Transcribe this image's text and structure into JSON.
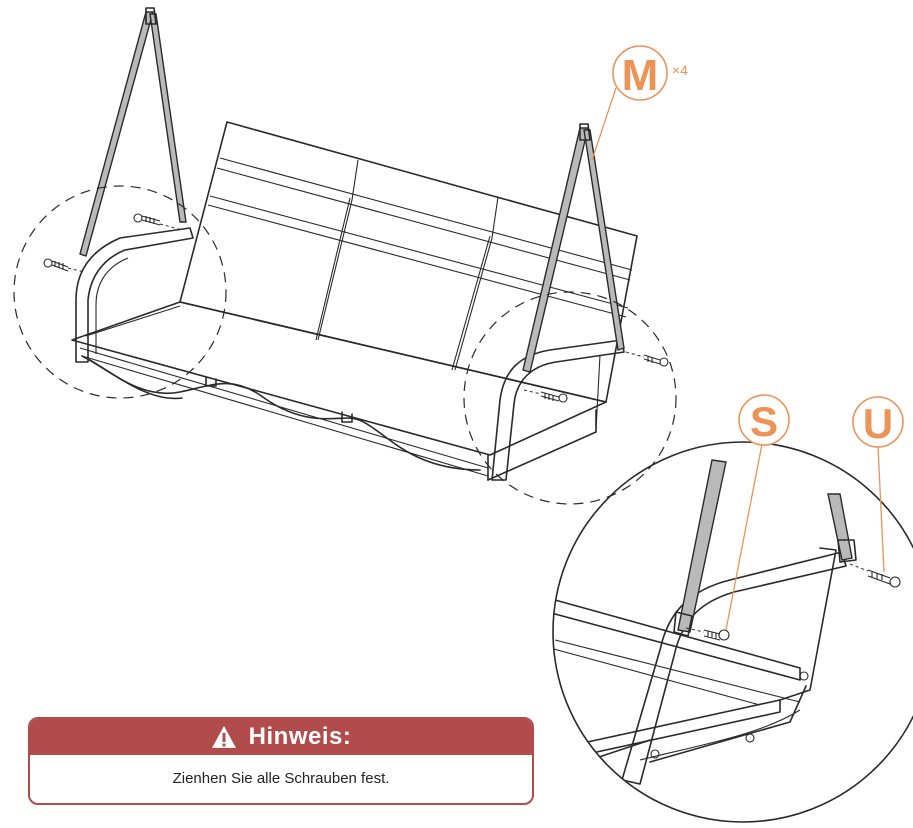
{
  "callouts": {
    "m": {
      "letter": "M",
      "quantity": "×4"
    },
    "s": {
      "letter": "S"
    },
    "u": {
      "letter": "U"
    }
  },
  "note": {
    "title": "Hinweis:",
    "icon": "warning-triangle-icon",
    "text": "Zienhen Sie alle Schrauben fest."
  },
  "colors": {
    "callout": "#ec9357",
    "note_header": "#b24b4b",
    "chain": "#b9b9b9"
  }
}
